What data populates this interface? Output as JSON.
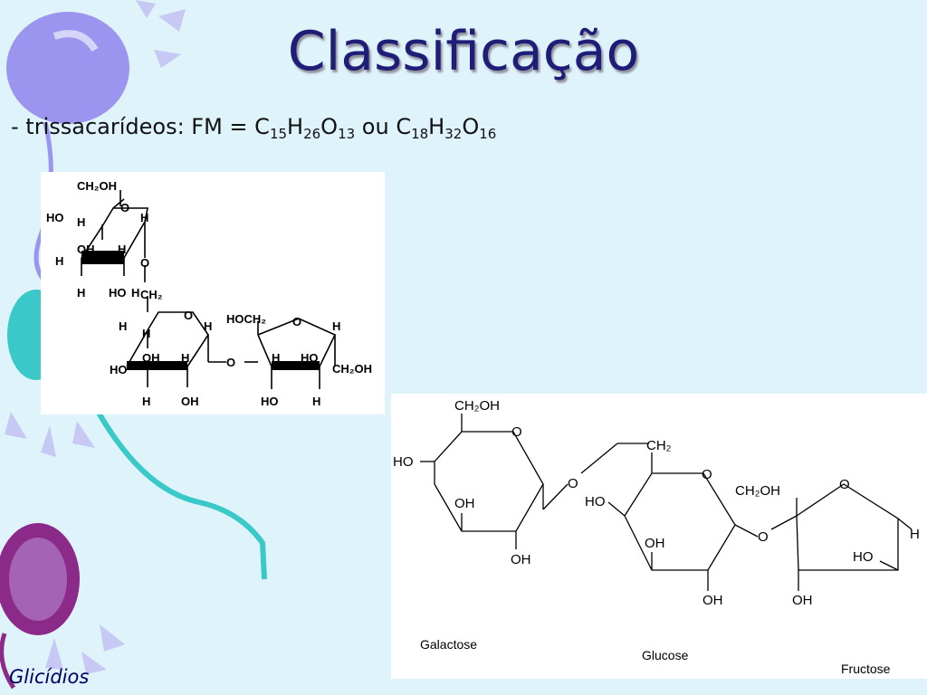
{
  "slide": {
    "title": "Classificação",
    "footer": "Glicídios",
    "subtitle": {
      "prefix": "- trissacarídeos: FM = ",
      "f1": {
        "c": "C",
        "c_n": "15",
        "h": "H",
        "h_n": "26",
        "o": "O",
        "o_n": "13"
      },
      "or": " ou ",
      "f2": {
        "c": "C",
        "c_n": "18",
        "h": "H",
        "h_n": "32",
        "o": "O",
        "o_n": "16"
      }
    }
  },
  "structure1": {
    "ch2oh_top": "CH₂OH",
    "ho_a": "HO",
    "h_a": "H",
    "o_ring_a": "O",
    "h_a2": "H",
    "h_a3": "H",
    "oh_a": "OH",
    "h_a4": "H",
    "o_link_a": "O",
    "h_a5": "H",
    "h_a6": "H",
    "ho_a2": "HO",
    "ch2_link": "CH₂",
    "h_b1": "H",
    "o_ring_b": "O",
    "h_b2": "H",
    "h_b3": "H",
    "ho_b": "HO",
    "oh_b": "OH",
    "h_b4": "H",
    "o_link_b": "O",
    "h_b5": "H",
    "oh_b2": "OH",
    "hoch2_c": "HOCH₂",
    "o_ring_c": "O",
    "h_c1": "H",
    "h_c2": "H",
    "ho_c": "HO",
    "ch2oh_c": "CH₂OH",
    "ho_c2": "HO",
    "h_c3": "H"
  },
  "structure2": {
    "ch2oh_gal": "CH₂OH",
    "o_gal": "O",
    "ho_gal": "HO",
    "oh_gal": "OH",
    "oh_gal2": "OH",
    "o_link1": "O",
    "ch2_glu": "CH₂",
    "o_glu": "O",
    "ho_glu": "HO",
    "oh_glu": "OH",
    "oh_glu2": "OH",
    "o_link2": "O",
    "ch2oh_fru": "CH₂OH",
    "o_fru": "O",
    "h_fru": "H",
    "ho_fru": "HO",
    "oh_fru": "OH",
    "label_galactose": "Galactose",
    "label_glucose": "Glucose",
    "label_fructose": "Fructose"
  }
}
